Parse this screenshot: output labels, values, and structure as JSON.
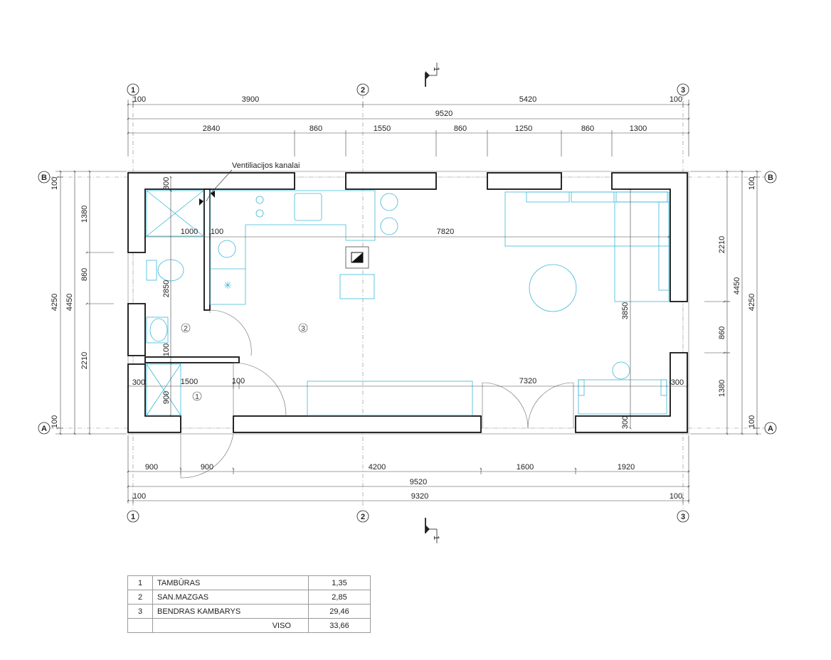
{
  "grid_axes": {
    "columns": [
      "1",
      "2",
      "3"
    ],
    "rows": [
      "A",
      "B"
    ]
  },
  "annotation": "Ventiliacijos kanalai",
  "section_marker": "1",
  "dims_top_row1": [
    "100",
    "3900",
    "5420",
    "100"
  ],
  "dims_top_row2": [
    "9520"
  ],
  "dims_top_row3": [
    "2840",
    "860",
    "1550",
    "860",
    "1250",
    "860",
    "1300"
  ],
  "dims_bottom_row1": [
    "900",
    "900",
    "4200",
    "1600",
    "1920"
  ],
  "dims_bottom_row2": [
    "9520"
  ],
  "dims_bottom_row3": [
    "100",
    "9320",
    "100"
  ],
  "dims_left_chain": [
    "100",
    "1380",
    "860",
    "2210",
    "100"
  ],
  "dims_left_totals": [
    "4450",
    "4250"
  ],
  "dims_right_chain": [
    "100",
    "2210",
    "860",
    "1380",
    "100"
  ],
  "dims_right_totals": [
    "4450",
    "4250"
  ],
  "dims_interior": {
    "d300_top": "300",
    "d1000": "1000",
    "d100_a": "100",
    "d7820": "7820",
    "d2850": "2850",
    "d3850": "3850",
    "d100_b": "100",
    "d300_left": "300",
    "d1500": "1500",
    "d100_c": "100",
    "d900": "900",
    "d7320": "7320",
    "d300_right": "300",
    "d300_bottom": "300"
  },
  "rooms": [
    "1",
    "2",
    "3"
  ],
  "schedule": {
    "rows": [
      {
        "no": "1",
        "name": "TAMBŪRAS",
        "area": "1,35"
      },
      {
        "no": "2",
        "name": "SAN.MAZGAS",
        "area": "2,85"
      },
      {
        "no": "3",
        "name": "BENDRAS KAMBARYS",
        "area": "29,46"
      }
    ],
    "total_label": "VISO",
    "total_area": "33,66"
  }
}
